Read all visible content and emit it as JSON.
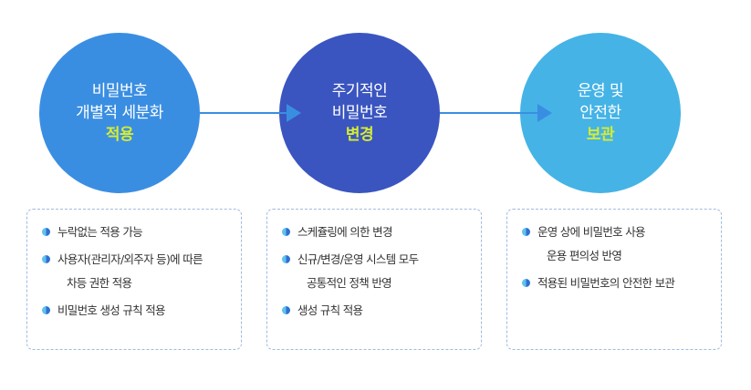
{
  "colors": {
    "circle1": "#3a8ee2",
    "circle2": "#3a55c0",
    "circle3": "#45b3e6",
    "highlight": "#d6ec32",
    "arrow": "#3a8ee2",
    "bullet_light": "#5fc2ee",
    "bullet_dark": "#2f6fd2"
  },
  "steps": [
    {
      "lines": [
        "비밀번호",
        "개별적 세분화"
      ],
      "highlight": "적용",
      "items": [
        {
          "line1": "누락없는 적용 가능",
          "line2": ""
        },
        {
          "line1": "사용자(관리자/외주자 등)에 따른",
          "line2": "차등 권한 적용"
        },
        {
          "line1": "비밀번호 생성 규칙 적용",
          "line2": ""
        }
      ]
    },
    {
      "lines": [
        "주기적인",
        "비밀번호"
      ],
      "highlight": "변경",
      "items": [
        {
          "line1": "스케쥴링에 의한 변경",
          "line2": ""
        },
        {
          "line1": "신규/변경/운영 시스템 모두",
          "line2": "공통적인 정책 반영"
        },
        {
          "line1": "생성 규칙 적용",
          "line2": ""
        }
      ]
    },
    {
      "lines": [
        "운영 및",
        "안전한"
      ],
      "highlight": "보관",
      "items": [
        {
          "line1": "운영 상에 비밀번호 사용",
          "line2": "운용 편의성 반영"
        },
        {
          "line1": "적용된 비밀번호의 안전한 보관",
          "line2": ""
        }
      ]
    }
  ]
}
